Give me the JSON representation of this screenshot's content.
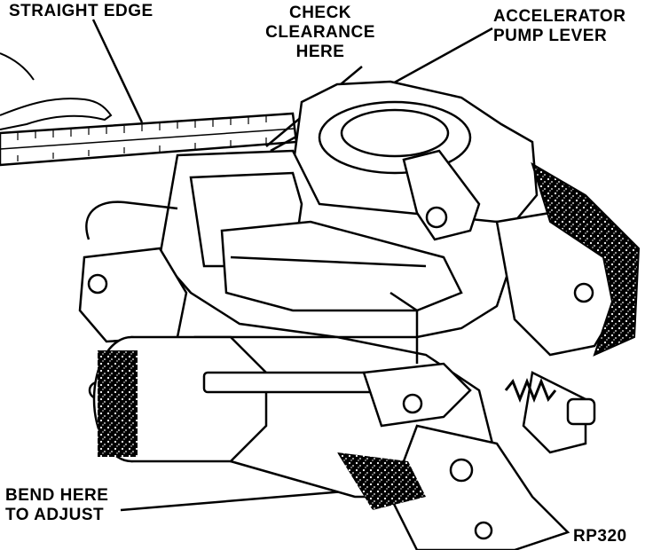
{
  "labels": {
    "straight_edge": "STRAIGHT EDGE",
    "check_clearance": [
      "CHECK",
      "CLEARANCE",
      "HERE"
    ],
    "accelerator_pump_lever": [
      "ACCELERATOR",
      "PUMP LEVER"
    ],
    "bend_here": [
      "BEND HERE",
      "TO ADJUST"
    ],
    "figure_code": "RP320"
  },
  "colors": {
    "ink": "#000000",
    "paper": "#ffffff"
  }
}
